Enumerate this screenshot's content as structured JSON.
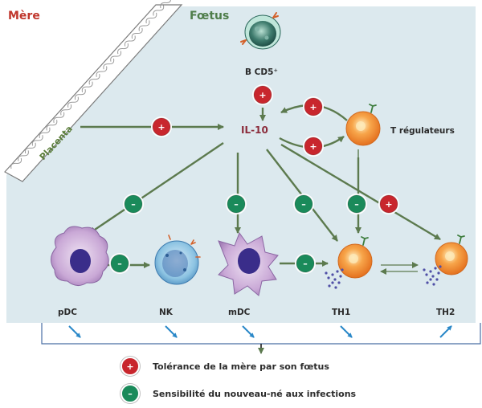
{
  "labels": {
    "mere": "Mère",
    "foetus": "Fœtus",
    "placenta": "Placenta",
    "bcd5": "B CD5⁺",
    "il10": "IL-10",
    "treg": "T régulateurs",
    "pdc": "pDC",
    "nk": "NK",
    "mdc": "mDC",
    "th1": "TH1",
    "th2": "TH2"
  },
  "signs": {
    "plus": "+",
    "minus": "–"
  },
  "legend": {
    "plus_text": "Tolérance de la mère par son fœtus",
    "minus_text": "Sensibilité du nouveau-né aux infections"
  },
  "colors": {
    "mother_bg": "#ffffff",
    "fetus_bg": "#dce9ee",
    "arrow": "#5c7a4e",
    "plus_badge": "#c8262d",
    "minus_badge": "#1a8a5a",
    "mere_label": "#c0362c",
    "foetus_label": "#4e7d4a",
    "il10_label": "#8b2c3b",
    "trend_arrow": "#2a88c8",
    "bracket": "#4a6fa5"
  },
  "icons": {
    "trend_down": "arrow-down-right-icon",
    "trend_up": "arrow-up-right-icon"
  }
}
